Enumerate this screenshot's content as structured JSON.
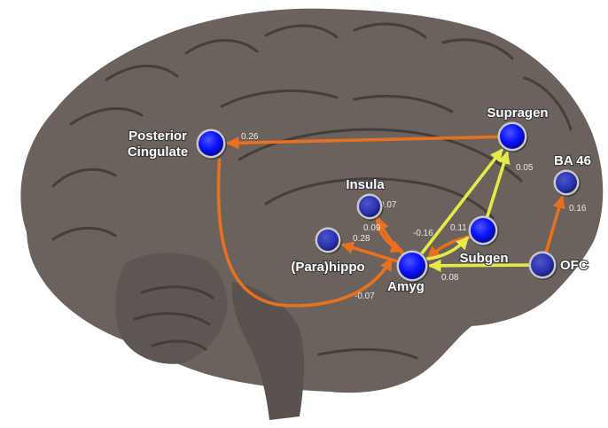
{
  "colors": {
    "background": "#ffffff",
    "brain": "#6b625d",
    "brain_dark": "#4d4541",
    "sulcus": "#3f3834",
    "node_bright": "#0a12ff",
    "node_dim": "#2a33b0",
    "node_ring": "#c8c8c8",
    "edge_orange": "#e8701e",
    "edge_yellow": "#e4ea4a",
    "label": "#ffffff",
    "weight": "#e8e8e8"
  },
  "regions": {
    "posterior_cingulate": {
      "label_line1": "Posterior",
      "label_line2": "Cingulate",
      "style": "bright"
    },
    "supragen": {
      "label": "Supragen",
      "style": "bright"
    },
    "ba46": {
      "label": "BA 46",
      "style": "dim"
    },
    "insula": {
      "label": "Insula",
      "style": "dim"
    },
    "subgen": {
      "label": "Subgen",
      "style": "bright"
    },
    "parahippo": {
      "label": "(Para)hippo",
      "style": "dim"
    },
    "amyg": {
      "label": "Amyg",
      "style": "bright"
    },
    "ofc": {
      "label": "OFC",
      "style": "dim"
    }
  },
  "connections": [
    {
      "from": "supragen",
      "to": "posterior_cingulate",
      "color": "orange",
      "weight": "0.26"
    },
    {
      "from": "posterior_cingulate",
      "to": "amyg",
      "color": "orange",
      "weight": "-0.07"
    },
    {
      "from": "amyg",
      "to": "supragen",
      "color": "yellow",
      "weight": ""
    },
    {
      "from": "subgen",
      "to": "supragen",
      "color": "yellow",
      "weight": "0.05"
    },
    {
      "from": "ofc",
      "to": "ba46",
      "color": "orange",
      "weight": "0.16"
    },
    {
      "from": "amyg",
      "to": "insula",
      "color": "orange",
      "weight": "0.07"
    },
    {
      "from": "insula",
      "to": "amyg",
      "color": "orange",
      "weight": "0.09"
    },
    {
      "from": "amyg",
      "to": "parahippo",
      "color": "orange",
      "weight": "0.28"
    },
    {
      "from": "subgen",
      "to": "amyg",
      "color": "orange",
      "weight": "-0.16"
    },
    {
      "from": "amyg",
      "to": "subgen",
      "color": "yellow",
      "weight": "0.11"
    },
    {
      "from": "ofc",
      "to": "amyg",
      "color": "yellow",
      "weight": "0.08"
    }
  ]
}
